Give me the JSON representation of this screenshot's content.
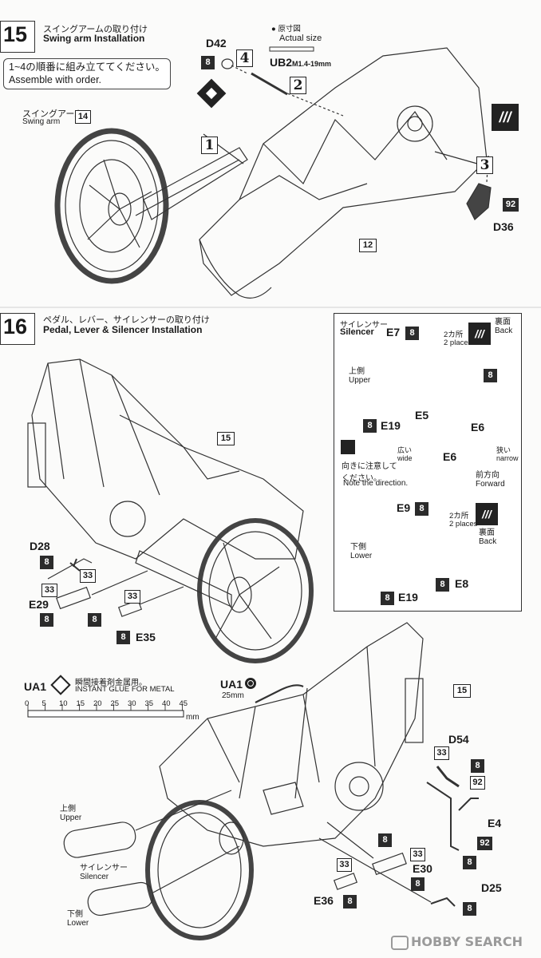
{
  "step15": {
    "number": "15",
    "title_jp": "スイングアームの取り付け",
    "title_en": "Swing arm Installation",
    "order_jp": "1~4の順番に組み立ててください。",
    "order_en": "Assemble with order.",
    "actual_size_jp": "原寸図",
    "actual_size_en": "Actual size",
    "ub2": "UB2",
    "ub2_spec": "M1.4-19mm",
    "d42": "D42",
    "swing_arm_jp": "スイングアーム",
    "swing_arm_en": "Swing arm",
    "part14": "14",
    "part12": "12",
    "d36": "D36",
    "seq": [
      "1",
      "2",
      "3",
      "4"
    ],
    "paint8": "8",
    "paint92": "92"
  },
  "step16": {
    "number": "16",
    "title_jp": "ペダル、レバー、サイレンサーの取り付け",
    "title_en": "Pedal, Lever & Silencer Installation",
    "part15": "15",
    "d28": "D28",
    "e29": "E29",
    "e35": "E35",
    "paint8": "8",
    "paint33": "33"
  },
  "silencer_panel": {
    "title_jp": "サイレンサー",
    "title_en": "Silencer",
    "e7": "E7",
    "e5": "E5",
    "e6": "E6",
    "e19": "E19",
    "e9": "E9",
    "e8": "E8",
    "upper_jp": "上側",
    "upper_en": "Upper",
    "lower_jp": "下側",
    "lower_en": "Lower",
    "back_jp": "裏面",
    "back_en": "Back",
    "places_jp": "2カ所",
    "places_en": "2 places",
    "wide_jp": "広い",
    "wide_en": "wide",
    "narrow_jp": "狭い",
    "narrow_en": "narrow",
    "direction_jp": "向きに注意して",
    "direction_jp2": "ください。",
    "direction_en": "Note the direction.",
    "forward_jp": "前方向",
    "forward_en": "Forward",
    "paint8": "8"
  },
  "ua1_section": {
    "ua1": "UA1",
    "glue_jp": "瞬間接着剤金属用。",
    "glue_en": "INSTANT GLUE  FOR METAL",
    "scale_ticks": [
      "0",
      "5",
      "10",
      "15",
      "20",
      "25",
      "30",
      "35",
      "40",
      "45"
    ],
    "scale_unit": "mm",
    "ua1_length": "25mm",
    "upper_jp": "上側",
    "upper_en": "Upper",
    "silencer_jp": "サイレンサー",
    "silencer_en": "Silencer",
    "lower_jp": "下側",
    "lower_en": "Lower",
    "part15": "15",
    "d54": "D54",
    "e4": "E4",
    "e30": "E30",
    "e36": "E36",
    "d25": "D25",
    "paint8": "8",
    "paint33": "33",
    "paint92": "92"
  },
  "watermark": "HOBBY SEARCH"
}
